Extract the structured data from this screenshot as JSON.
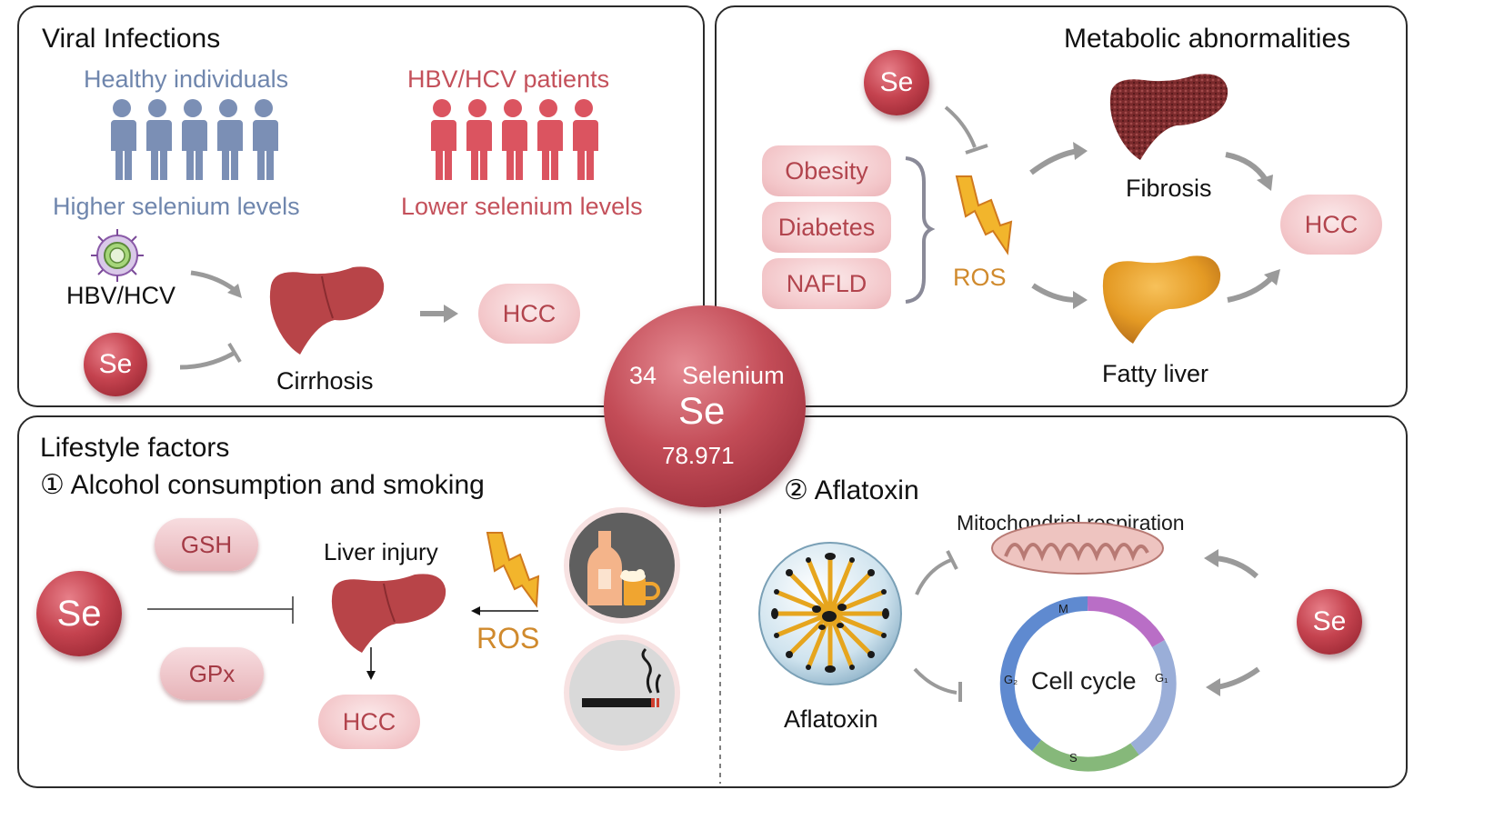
{
  "center": {
    "number": "34",
    "name": "Selenium",
    "symbol": "Se",
    "mass": "78.971"
  },
  "viral": {
    "title": "Viral Infections",
    "healthy": "Healthy individuals",
    "patients": "HBV/HCV patients",
    "higher": "Higher selenium levels",
    "lower": "Lower selenium levels",
    "virus": "HBV/HCV",
    "se": "Se",
    "cirrhosis": "Cirrhosis",
    "hcc": "HCC"
  },
  "metabolic": {
    "title": "Metabolic abnormalities",
    "se": "Se",
    "obesity": "Obesity",
    "diabetes": "Diabetes",
    "nafld": "NAFLD",
    "ros": "ROS",
    "fibrosis": "Fibrosis",
    "fatty": "Fatty liver",
    "hcc": "HCC"
  },
  "lifestyle": {
    "title": "Lifestyle factors",
    "alcohol": "① Alcohol consumption and smoking",
    "se": "Se",
    "gsh": "GSH",
    "gpx": "GPx",
    "injury": "Liver injury",
    "hcc": "HCC",
    "ros": "ROS",
    "aflatoxin_heading": "② Aflatoxin",
    "mito": "Mitochondrial respiration",
    "aflatoxin": "Aflatoxin",
    "cycle": "Cell cycle",
    "m": "M",
    "g1": "G₁",
    "g2": "G₂",
    "s": "S",
    "se2": "Se"
  },
  "colors": {
    "se_red": "#c5434f",
    "blue_figure": "#7b8fb5",
    "red_figure": "#db5460",
    "ros_orange": "#d08a2d"
  }
}
